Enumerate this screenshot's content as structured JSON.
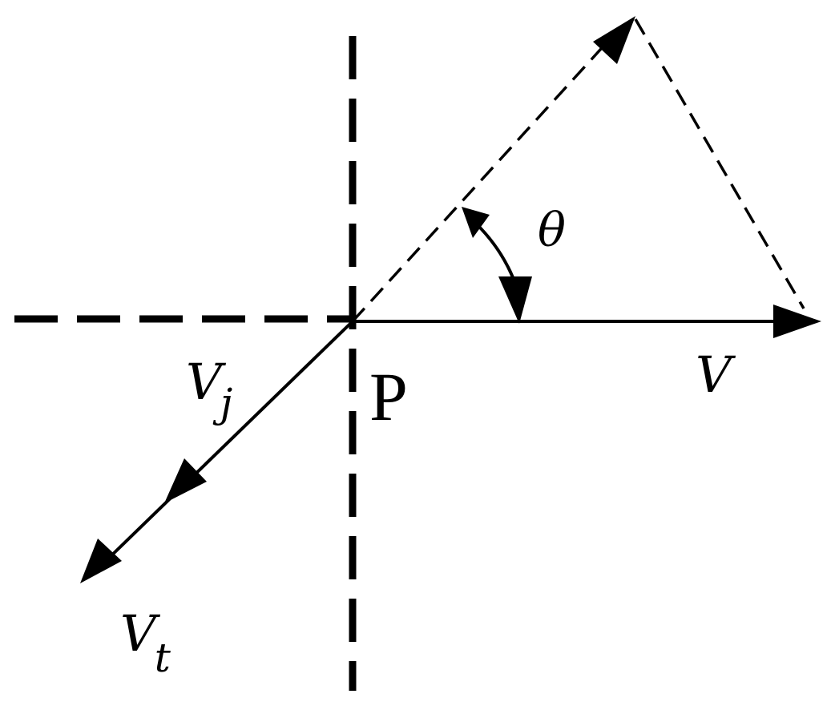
{
  "labels": {
    "point": "P",
    "v_base": "V",
    "vj_base": "V",
    "vj_sub": "j",
    "vt_base": "V",
    "vt_sub": "t",
    "angle": "θ"
  },
  "colors": {
    "ink": "#000000",
    "background": "#ffffff"
  }
}
